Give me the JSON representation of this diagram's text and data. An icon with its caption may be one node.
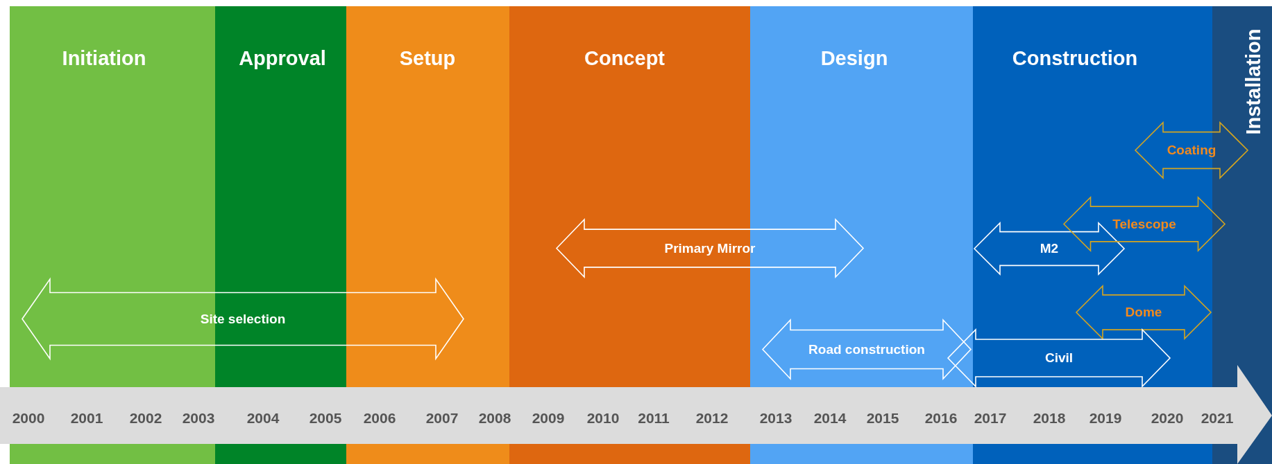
{
  "diagram": {
    "nodes": [
      {
        "text": [
          "Initiation"
        ]
      },
      {
        "text": [
          "Approval"
        ]
      },
      {
        "text": [
          "Setup"
        ]
      },
      {
        "text": [
          "Concept"
        ]
      },
      {
        "text": [
          "Design"
        ]
      },
      {
        "text": [
          "Construction"
        ]
      },
      {
        "text": [
          "Installation"
        ]
      },
      {
        "text": [
          "Coating"
        ]
      },
      {
        "text": [
          "Telescope"
        ]
      },
      {
        "text": [
          "Primary Mirror"
        ]
      },
      {
        "text": [
          "M2"
        ],
        "in": 5
      },
      {
        "text": [
          "Dome"
        ],
        "in": 5
      },
      {
        "text": [
          "Site selection"
        ]
      },
      {
        "text": [
          "Road construction"
        ],
        "in": 4
      },
      {
        "text": [
          "Civil"
        ]
      }
    ],
    "labels": [
      "2000",
      "2001",
      "2002",
      "2003",
      "2004",
      "2005",
      "2006",
      "2007",
      "2008",
      "2009",
      "2010",
      "2011",
      "2012",
      "2013",
      "2014",
      "2015",
      "2016",
      "2017",
      "2018",
      "2019",
      "2020",
      "2021"
    ]
  }
}
